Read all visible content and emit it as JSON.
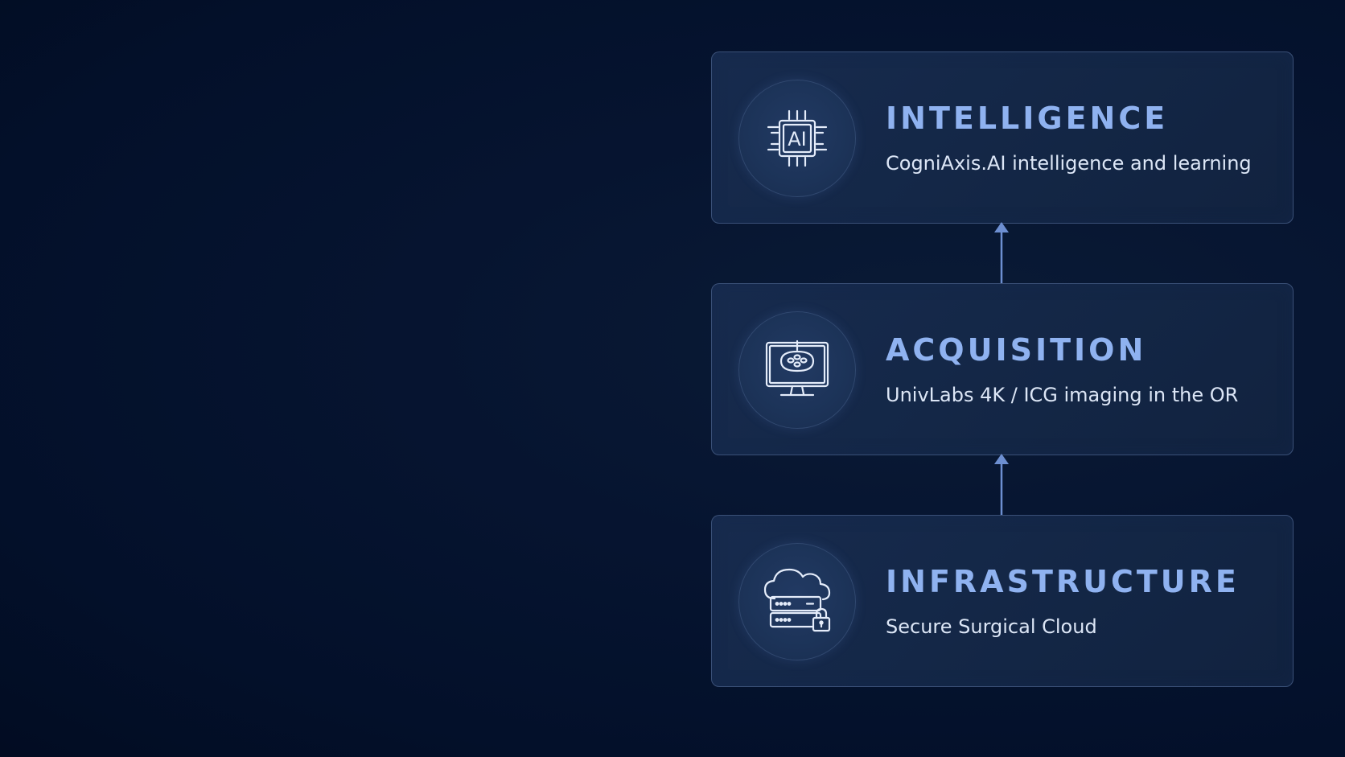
{
  "layers": [
    {
      "title": "INTELLIGENCE",
      "subtitle": "CogniAxis.AI intelligence and learning",
      "icon": "ai-chip-icon",
      "chip_label": "AI"
    },
    {
      "title": "ACQUISITION",
      "subtitle": "UnivLabs 4K / ICG imaging in the OR",
      "icon": "surgical-monitor-icon"
    },
    {
      "title": "INFRASTRUCTURE",
      "subtitle": "Secure Surgical Cloud",
      "icon": "secure-cloud-server-icon"
    }
  ],
  "colors": {
    "background": "#031029",
    "card": "#152948",
    "card_border": "#3a5077",
    "title": "#8fb2f0",
    "subtitle": "#dce6f6",
    "arrow": "#6d8fd1"
  }
}
